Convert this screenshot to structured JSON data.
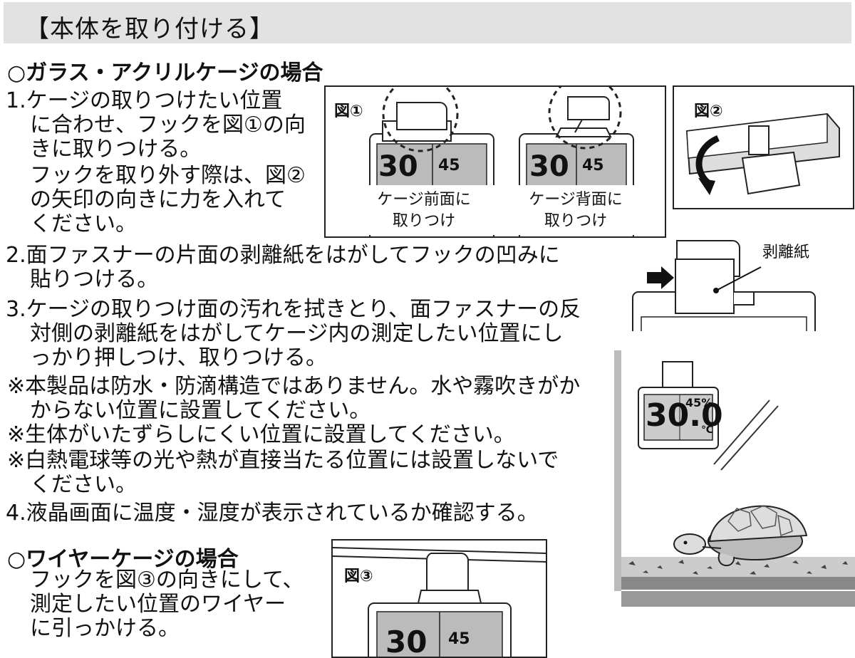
{
  "header": {
    "title": "【本体を取り付ける】"
  },
  "glass_section": {
    "heading": "○ガラス・アクリルケージの場合",
    "step1": [
      "1.ケージの取りつけたい位置",
      "に合わせ、フックを図①の向",
      "きに取りつける。",
      "フックを取り外す際は、図②",
      "の矢印の向きに力を入れて",
      "ください。"
    ],
    "step2": [
      "2.面ファスナーの片面の剥離紙をはがしてフックの凹みに",
      "貼りつける。"
    ],
    "step3": [
      "3.ケージの取りつけ面の汚れを拭きとり、面ファスナーの反",
      "対側の剥離紙をはがしてケージ内の測定したい位置にし",
      "っかり押しつけ、取りつける。"
    ],
    "notes": [
      "※本製品は防水・防滴構造ではありません。水や霧吹きがか",
      "からない位置に設置してください。",
      "※生体がいたずらしにくい位置に設置してください。",
      "※白熱電球等の光や熱が直接当たる位置には設置しないで",
      "ください。"
    ],
    "step4": "4.液晶画面に温度・湿度が表示されているか確認する。"
  },
  "wire_section": {
    "heading": "○ワイヤーケージの場合",
    "body": [
      "フックを図③の向きにして、",
      "測定したい位置のワイヤー",
      "に引っかける。"
    ]
  },
  "fig1": {
    "label": "図①",
    "front_caption": [
      "ケージ前面に",
      "取りつけ"
    ],
    "back_caption": [
      "ケージ背面に",
      "取りつけ"
    ],
    "display_temp": "30",
    "display_hum": "45"
  },
  "fig2": {
    "label": "図②"
  },
  "fig3": {
    "label": "図③",
    "display_temp": "30",
    "display_hum": "45"
  },
  "release_paper": {
    "label": "剥離紙"
  },
  "terrarium": {
    "display_temp": "30.0",
    "display_hum": "45",
    "temp_unit": "℃",
    "hum_unit": "%"
  }
}
